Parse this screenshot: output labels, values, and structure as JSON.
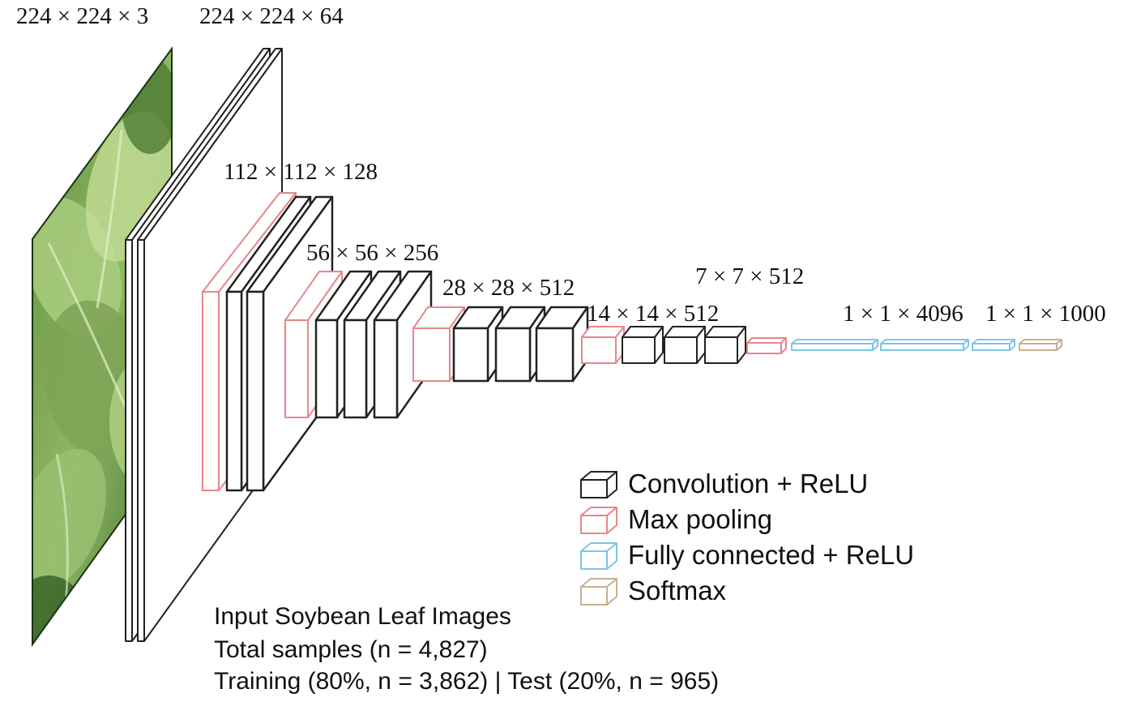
{
  "diagram": {
    "input_image": {
      "description_icon": "soybean-leaf-photo"
    },
    "layers": [
      {
        "label": "224 × 224 × 3",
        "kind": "input"
      },
      {
        "label": "224 × 224 × 64",
        "kind": "conv"
      },
      {
        "label": "112 × 112 × 128",
        "kind": "conv"
      },
      {
        "label": "56 × 56 × 256",
        "kind": "conv"
      },
      {
        "label": "28 × 28 × 512",
        "kind": "conv"
      },
      {
        "label": "14 × 14 × 512",
        "kind": "conv"
      },
      {
        "label": "7 × 7 × 512",
        "kind": "pool"
      },
      {
        "label": "1 × 1 × 4096",
        "kind": "fc"
      },
      {
        "label": "1 × 1 × 1000",
        "kind": "softmax"
      }
    ],
    "legend": [
      {
        "label": "Convolution + ReLU",
        "color": "#222222"
      },
      {
        "label": "Max pooling",
        "color": "#e8868c"
      },
      {
        "label": "Fully connected + ReLU",
        "color": "#7cc6e6"
      },
      {
        "label": "Softmax",
        "color": "#c9b08f"
      }
    ],
    "info": {
      "line1": "Input Soybean Leaf Images",
      "line2": "Total samples (n = 4,827)",
      "line3": "Training (80%, n = 3,862) | Test (20%, n = 965)"
    }
  }
}
